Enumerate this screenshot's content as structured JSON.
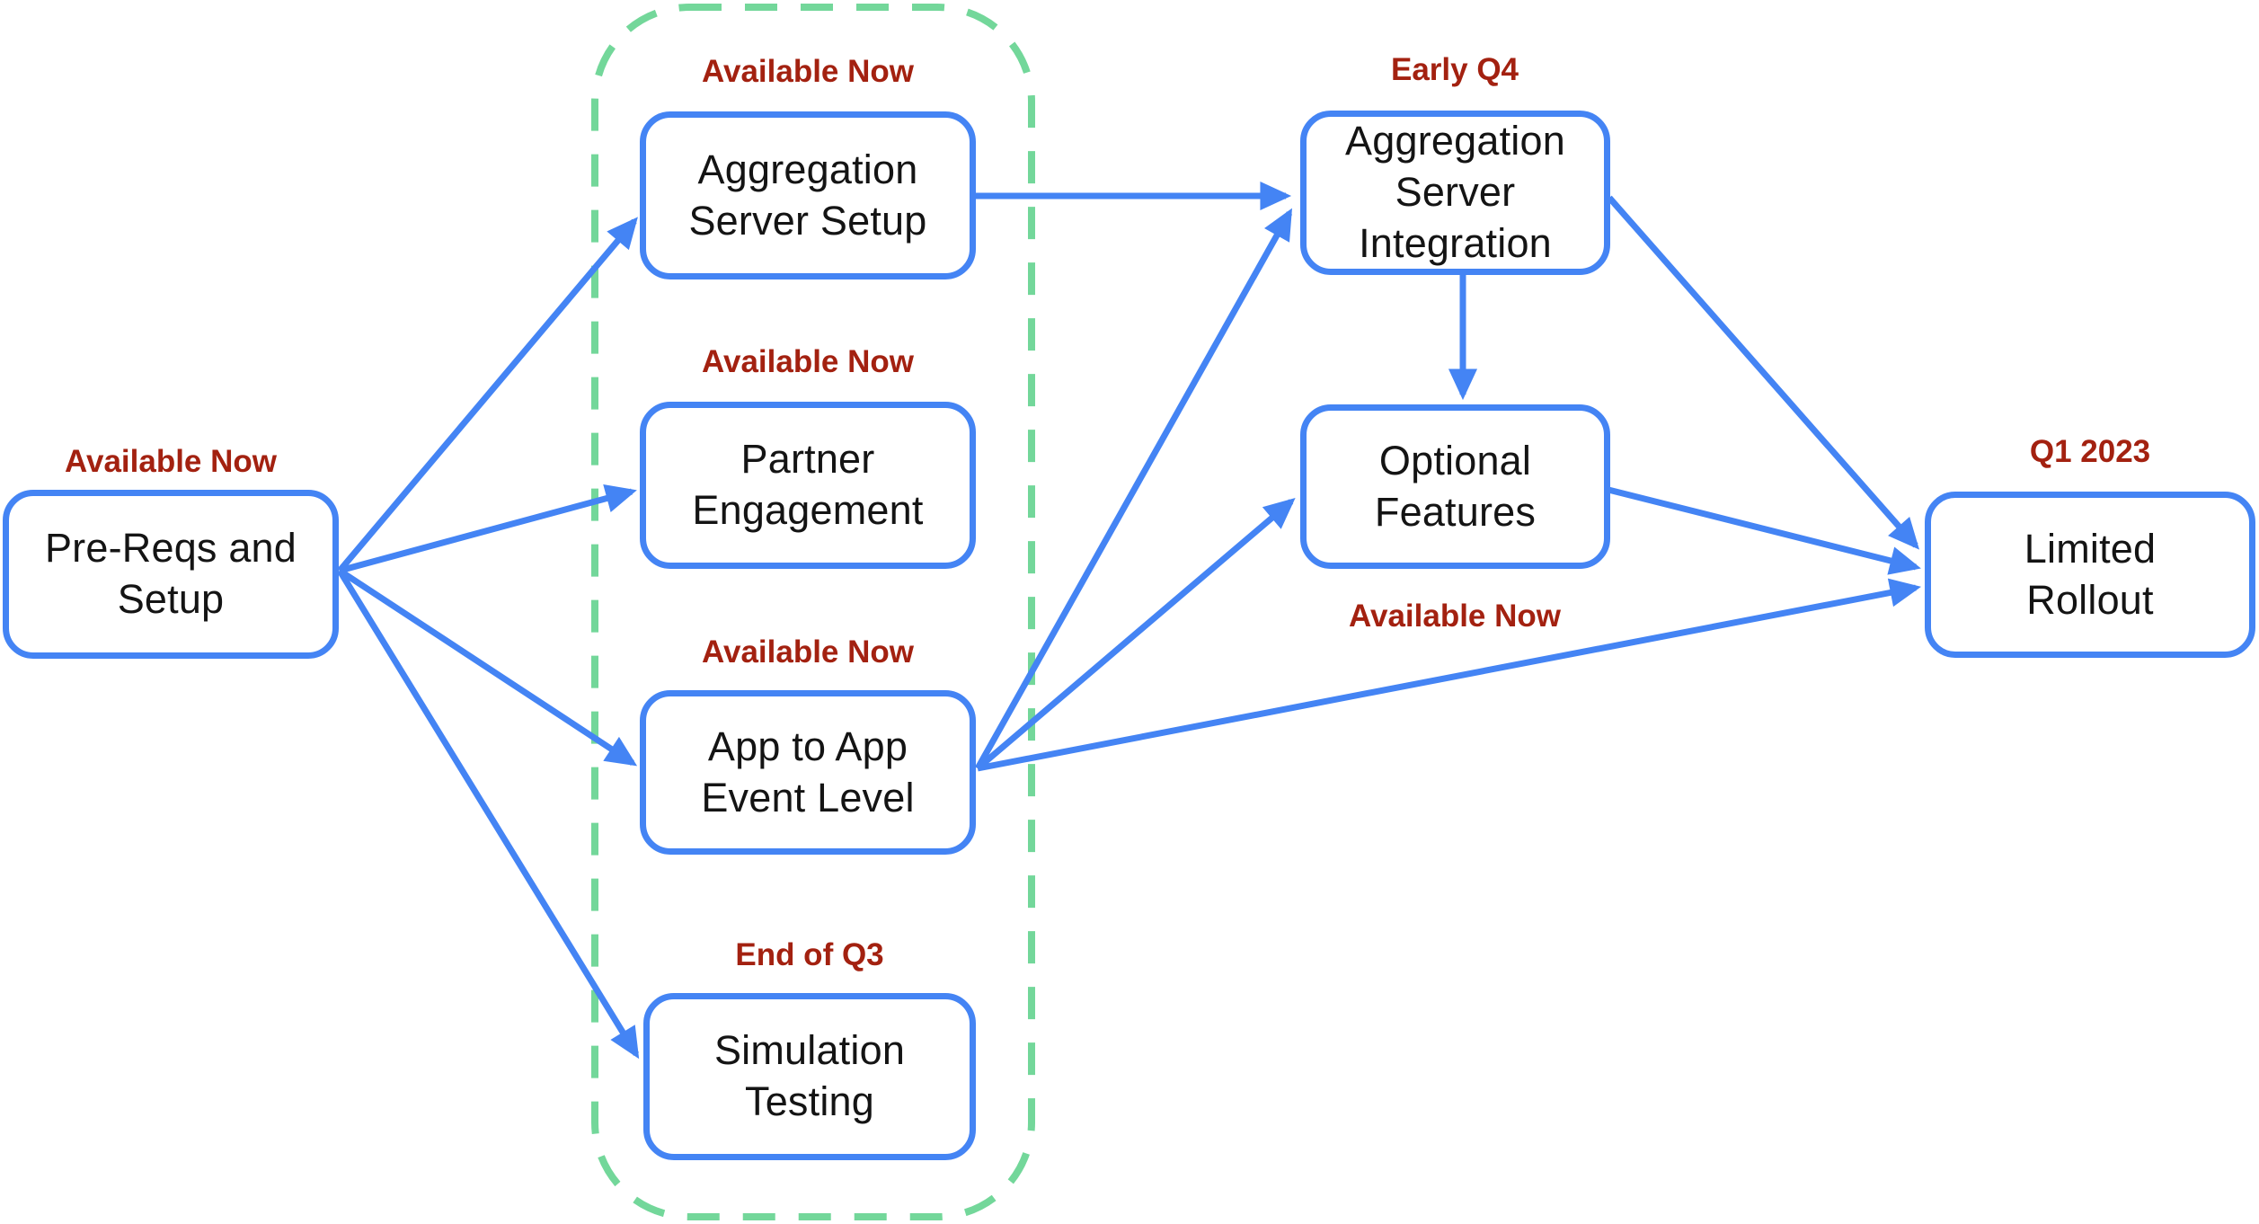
{
  "diagram": {
    "title": "Privacy Sandbox attribution roadmap flowchart",
    "background_color": "#ffffff",
    "colors": {
      "node_border": "#4484F4",
      "arrow": "#4484F4",
      "node_text": "#141414",
      "status_label": "#A32110",
      "group_outline": "#73D79A"
    },
    "nodes": [
      {
        "id": "pre-reqs-and-setup",
        "label": "Pre-Reqs and\nSetup",
        "status": "Available Now",
        "status_position": "above"
      },
      {
        "id": "aggregation-server-setup",
        "label": "Aggregation\nServer Setup",
        "status": "Available Now",
        "status_position": "above"
      },
      {
        "id": "partner-engagement",
        "label": "Partner\nEngagement",
        "status": "Available Now",
        "status_position": "above"
      },
      {
        "id": "app-to-app-event-level",
        "label": "App to App\nEvent Level",
        "status": "Available Now",
        "status_position": "above"
      },
      {
        "id": "simulation-testing",
        "label": "Simulation\nTesting",
        "status": "End of Q3",
        "status_position": "above"
      },
      {
        "id": "aggregation-server-integration",
        "label": "Aggregation\nServer\nIntegration",
        "status": "Early Q4",
        "status_position": "above"
      },
      {
        "id": "optional-features",
        "label": "Optional\nFeatures",
        "status": "Available Now",
        "status_position": "below"
      },
      {
        "id": "limited-rollout",
        "label": "Limited\nRollout",
        "status": "Q1 2023",
        "status_position": "above"
      }
    ],
    "group": {
      "style": "green-dashed-rounded-outline",
      "contains": [
        "aggregation-server-setup",
        "partner-engagement",
        "app-to-app-event-level",
        "simulation-testing"
      ]
    },
    "edges": [
      {
        "from": "pre-reqs-and-setup",
        "to": "aggregation-server-setup"
      },
      {
        "from": "pre-reqs-and-setup",
        "to": "partner-engagement"
      },
      {
        "from": "pre-reqs-and-setup",
        "to": "app-to-app-event-level"
      },
      {
        "from": "pre-reqs-and-setup",
        "to": "simulation-testing"
      },
      {
        "from": "aggregation-server-setup",
        "to": "aggregation-server-integration"
      },
      {
        "from": "app-to-app-event-level",
        "to": "aggregation-server-integration"
      },
      {
        "from": "app-to-app-event-level",
        "to": "optional-features"
      },
      {
        "from": "app-to-app-event-level",
        "to": "limited-rollout"
      },
      {
        "from": "aggregation-server-integration",
        "to": "optional-features"
      },
      {
        "from": "aggregation-server-integration",
        "to": "limited-rollout"
      },
      {
        "from": "optional-features",
        "to": "limited-rollout"
      }
    ]
  }
}
